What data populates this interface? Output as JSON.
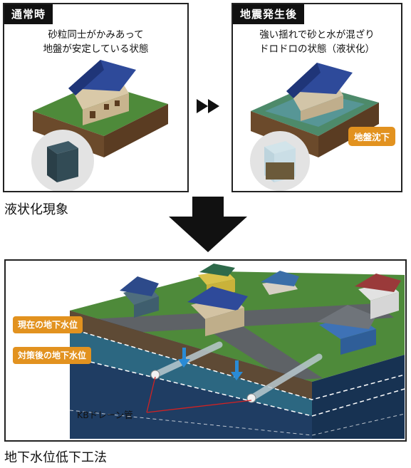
{
  "top": {
    "left_panel": {
      "tag": "通常時",
      "caption_line1": "砂粒同士がかみあって",
      "caption_line2": "地盤が安定している状態"
    },
    "right_panel": {
      "tag": "地震発生後",
      "caption_line1": "強い揺れで砂と水が混ざり",
      "caption_line2": "ドロドロの状態（液状化）",
      "callout": "地盤沈下"
    },
    "section_title": "液状化現象"
  },
  "bottom": {
    "label_current": "現在の地下水位",
    "label_after": "対策後の地下水位",
    "pipe_label": "KBドレーン管",
    "section_title": "地下水位低下工法"
  },
  "colors": {
    "tag_bg": "#111111",
    "orange": "#e2921f",
    "grass": "#4e8a3a",
    "soil": "#6b4a2b",
    "water": "#2f6f86",
    "deep": "#1f3d63"
  }
}
